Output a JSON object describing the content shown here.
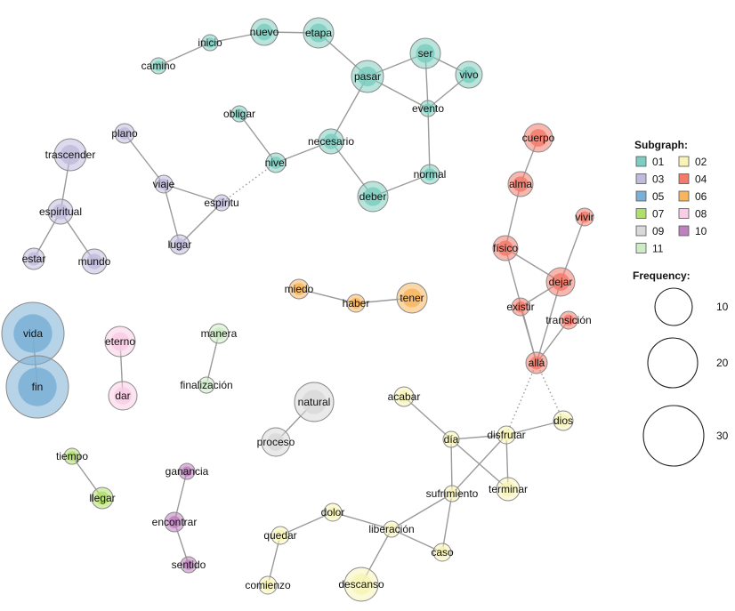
{
  "legend": {
    "subgraph_title": "Subgraph:",
    "frequency_title": "Frequency:",
    "subgraphs": [
      {
        "id": "01",
        "color": "#7dcdc0"
      },
      {
        "id": "02",
        "color": "#f7f4b6"
      },
      {
        "id": "03",
        "color": "#bfbbdc"
      },
      {
        "id": "04",
        "color": "#f27b6c"
      },
      {
        "id": "05",
        "color": "#7aafd6"
      },
      {
        "id": "06",
        "color": "#f8b55e"
      },
      {
        "id": "07",
        "color": "#b2de6b"
      },
      {
        "id": "08",
        "color": "#f9cde5"
      },
      {
        "id": "09",
        "color": "#d9d9d9"
      },
      {
        "id": "10",
        "color": "#be80be"
      },
      {
        "id": "11",
        "color": "#cdebc5"
      }
    ],
    "frequencies": [
      "10",
      "20",
      "30"
    ]
  },
  "nodes": [
    {
      "id": "camino",
      "label": "camino",
      "group": "01"
    },
    {
      "id": "inicio",
      "label": "inicio",
      "group": "01"
    },
    {
      "id": "nuevo",
      "label": "nuevo",
      "group": "01"
    },
    {
      "id": "etapa",
      "label": "etapa",
      "group": "01"
    },
    {
      "id": "pasar",
      "label": "pasar",
      "group": "01"
    },
    {
      "id": "ser",
      "label": "ser",
      "group": "01"
    },
    {
      "id": "vivo",
      "label": "vivo",
      "group": "01"
    },
    {
      "id": "evento",
      "label": "evento",
      "group": "01"
    },
    {
      "id": "necesario",
      "label": "necesario",
      "group": "01"
    },
    {
      "id": "obligar",
      "label": "obligar",
      "group": "01"
    },
    {
      "id": "nivel",
      "label": "nivel",
      "group": "01"
    },
    {
      "id": "normal",
      "label": "normal",
      "group": "01"
    },
    {
      "id": "deber",
      "label": "deber",
      "group": "01"
    },
    {
      "id": "plano",
      "label": "plano",
      "group": "03"
    },
    {
      "id": "trascender",
      "label": "trascender",
      "group": "03"
    },
    {
      "id": "viaje",
      "label": "viaje",
      "group": "03"
    },
    {
      "id": "espiritu",
      "label": "espíritu",
      "group": "03"
    },
    {
      "id": "espiritual",
      "label": "espiritual",
      "group": "03"
    },
    {
      "id": "lugar",
      "label": "lugar",
      "group": "03"
    },
    {
      "id": "estar",
      "label": "estar",
      "group": "03"
    },
    {
      "id": "mundo",
      "label": "mundo",
      "group": "03"
    },
    {
      "id": "cuerpo",
      "label": "cuerpo",
      "group": "04"
    },
    {
      "id": "alma",
      "label": "alma",
      "group": "04"
    },
    {
      "id": "vivir",
      "label": "vivir",
      "group": "04"
    },
    {
      "id": "fisico",
      "label": "físico",
      "group": "04"
    },
    {
      "id": "dejar",
      "label": "dejar",
      "group": "04"
    },
    {
      "id": "existir",
      "label": "existir",
      "group": "04"
    },
    {
      "id": "transicion",
      "label": "transición",
      "group": "04"
    },
    {
      "id": "alla",
      "label": "allá",
      "group": "04"
    },
    {
      "id": "miedo",
      "label": "miedo",
      "group": "06"
    },
    {
      "id": "haber",
      "label": "haber",
      "group": "06"
    },
    {
      "id": "tener",
      "label": "tener",
      "group": "06"
    },
    {
      "id": "vida",
      "label": "vida",
      "group": "05"
    },
    {
      "id": "fin",
      "label": "fin",
      "group": "05"
    },
    {
      "id": "eterno",
      "label": "eterno",
      "group": "08"
    },
    {
      "id": "dar",
      "label": "dar",
      "group": "08"
    },
    {
      "id": "manera",
      "label": "manera",
      "group": "11"
    },
    {
      "id": "finalizacion",
      "label": "finalización",
      "group": "11"
    },
    {
      "id": "natural",
      "label": "natural",
      "group": "09"
    },
    {
      "id": "proceso",
      "label": "proceso",
      "group": "09"
    },
    {
      "id": "tiempo",
      "label": "tiempo",
      "group": "07"
    },
    {
      "id": "llegar",
      "label": "llegar",
      "group": "07"
    },
    {
      "id": "ganancia",
      "label": "ganancia",
      "group": "10"
    },
    {
      "id": "encontrar",
      "label": "encontrar",
      "group": "10"
    },
    {
      "id": "sentido",
      "label": "sentido",
      "group": "10"
    },
    {
      "id": "acabar",
      "label": "acabar",
      "group": "02"
    },
    {
      "id": "dia",
      "label": "día",
      "group": "02"
    },
    {
      "id": "disfrutar",
      "label": "disfrutar",
      "group": "02"
    },
    {
      "id": "dios",
      "label": "dios",
      "group": "02"
    },
    {
      "id": "sufrimiento",
      "label": "sufrimiento",
      "group": "02"
    },
    {
      "id": "terminar",
      "label": "terminar",
      "group": "02"
    },
    {
      "id": "dolor",
      "label": "dolor",
      "group": "02"
    },
    {
      "id": "quedar",
      "label": "quedar",
      "group": "02"
    },
    {
      "id": "liberacion",
      "label": "liberación",
      "group": "02"
    },
    {
      "id": "caso",
      "label": "caso",
      "group": "02"
    },
    {
      "id": "comienzo",
      "label": "comienzo",
      "group": "02"
    },
    {
      "id": "descanso",
      "label": "descanso",
      "group": "02"
    }
  ],
  "edges": [
    {
      "a": "camino",
      "b": "inicio"
    },
    {
      "a": "inicio",
      "b": "nuevo"
    },
    {
      "a": "nuevo",
      "b": "etapa"
    },
    {
      "a": "etapa",
      "b": "pasar"
    },
    {
      "a": "pasar",
      "b": "ser"
    },
    {
      "a": "pasar",
      "b": "evento"
    },
    {
      "a": "pasar",
      "b": "necesario"
    },
    {
      "a": "ser",
      "b": "vivo"
    },
    {
      "a": "ser",
      "b": "evento"
    },
    {
      "a": "vivo",
      "b": "evento"
    },
    {
      "a": "evento",
      "b": "normal"
    },
    {
      "a": "normal",
      "b": "deber"
    },
    {
      "a": "necesario",
      "b": "deber"
    },
    {
      "a": "necesario",
      "b": "nivel"
    },
    {
      "a": "obligar",
      "b": "nivel"
    },
    {
      "a": "nivel",
      "b": "espiritu",
      "style": "dotted"
    },
    {
      "a": "plano",
      "b": "viaje"
    },
    {
      "a": "viaje",
      "b": "espiritu"
    },
    {
      "a": "viaje",
      "b": "lugar"
    },
    {
      "a": "espiritu",
      "b": "lugar"
    },
    {
      "a": "trascender",
      "b": "espiritual"
    },
    {
      "a": "espiritual",
      "b": "estar"
    },
    {
      "a": "espiritual",
      "b": "mundo"
    },
    {
      "a": "cuerpo",
      "b": "alma"
    },
    {
      "a": "alma",
      "b": "fisico"
    },
    {
      "a": "vivir",
      "b": "dejar"
    },
    {
      "a": "fisico",
      "b": "dejar"
    },
    {
      "a": "fisico",
      "b": "alla"
    },
    {
      "a": "existir",
      "b": "dejar"
    },
    {
      "a": "existir",
      "b": "alla"
    },
    {
      "a": "dejar",
      "b": "alla"
    },
    {
      "a": "transicion",
      "b": "alla"
    },
    {
      "a": "alla",
      "b": "disfrutar",
      "style": "dotted"
    },
    {
      "a": "alla",
      "b": "dios",
      "style": "dotted"
    },
    {
      "a": "miedo",
      "b": "haber"
    },
    {
      "a": "haber",
      "b": "tener"
    },
    {
      "a": "vida",
      "b": "fin"
    },
    {
      "a": "eterno",
      "b": "dar"
    },
    {
      "a": "manera",
      "b": "finalizacion"
    },
    {
      "a": "natural",
      "b": "proceso"
    },
    {
      "a": "tiempo",
      "b": "llegar"
    },
    {
      "a": "ganancia",
      "b": "encontrar"
    },
    {
      "a": "encontrar",
      "b": "sentido"
    },
    {
      "a": "acabar",
      "b": "dia"
    },
    {
      "a": "dia",
      "b": "disfrutar"
    },
    {
      "a": "dia",
      "b": "sufrimiento"
    },
    {
      "a": "dia",
      "b": "terminar"
    },
    {
      "a": "disfrutar",
      "b": "dios"
    },
    {
      "a": "disfrutar",
      "b": "sufrimiento"
    },
    {
      "a": "disfrutar",
      "b": "terminar"
    },
    {
      "a": "sufrimiento",
      "b": "liberacion"
    },
    {
      "a": "sufrimiento",
      "b": "caso"
    },
    {
      "a": "dolor",
      "b": "liberacion"
    },
    {
      "a": "dolor",
      "b": "quedar"
    },
    {
      "a": "quedar",
      "b": "comienzo"
    },
    {
      "a": "liberacion",
      "b": "caso"
    },
    {
      "a": "liberacion",
      "b": "descanso"
    }
  ]
}
